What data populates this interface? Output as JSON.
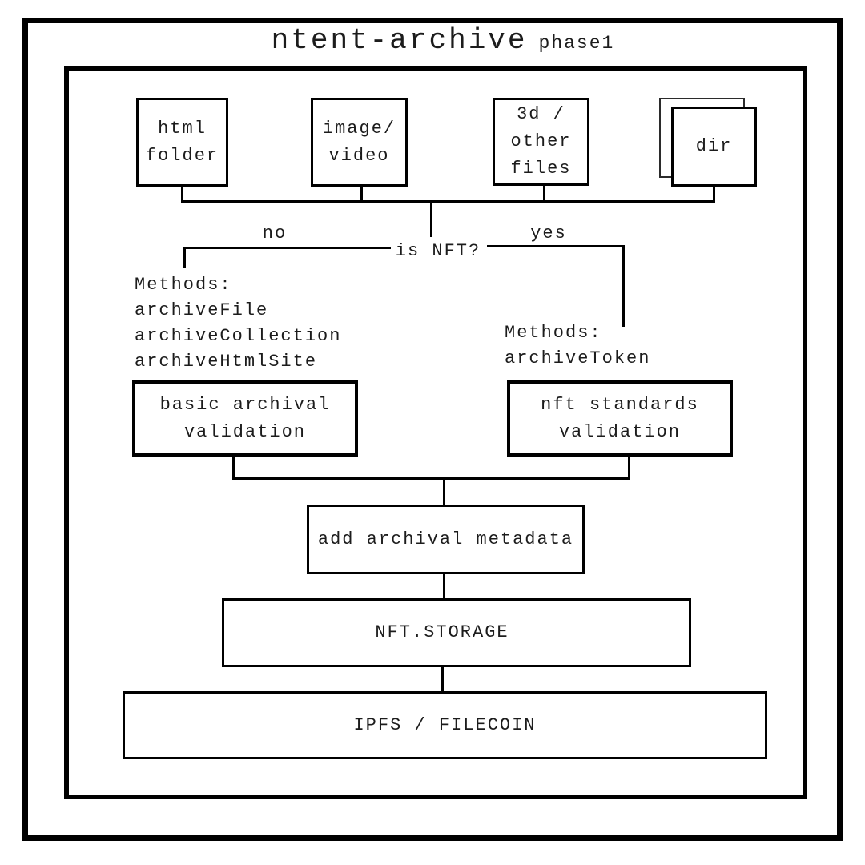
{
  "title": {
    "main": "ntent-archive",
    "sub": "phase1"
  },
  "palette": {
    "line_color": "#000000",
    "text_color": "#1c1c1c",
    "background": "#ffffff"
  },
  "sources": {
    "html_folder": "html\nfolder",
    "image_video": "image/\nvideo",
    "three_d_other": "3d /\nother\nfiles",
    "dir": "dir"
  },
  "decision": {
    "question": "is NFT?",
    "no_label": "no",
    "yes_label": "yes"
  },
  "branch_no": {
    "methods": [
      "Methods:",
      "archiveFile",
      "archiveCollection",
      "archiveHtmlSite"
    ],
    "validation_box": "basic archival\nvalidation"
  },
  "branch_yes": {
    "methods": [
      "Methods:",
      "archiveToken"
    ],
    "validation_box": "nft standards\nvalidation"
  },
  "pipeline": {
    "add_metadata": "add archival metadata",
    "storage": "NFT.STORAGE",
    "network": "IPFS / FILECOIN"
  }
}
